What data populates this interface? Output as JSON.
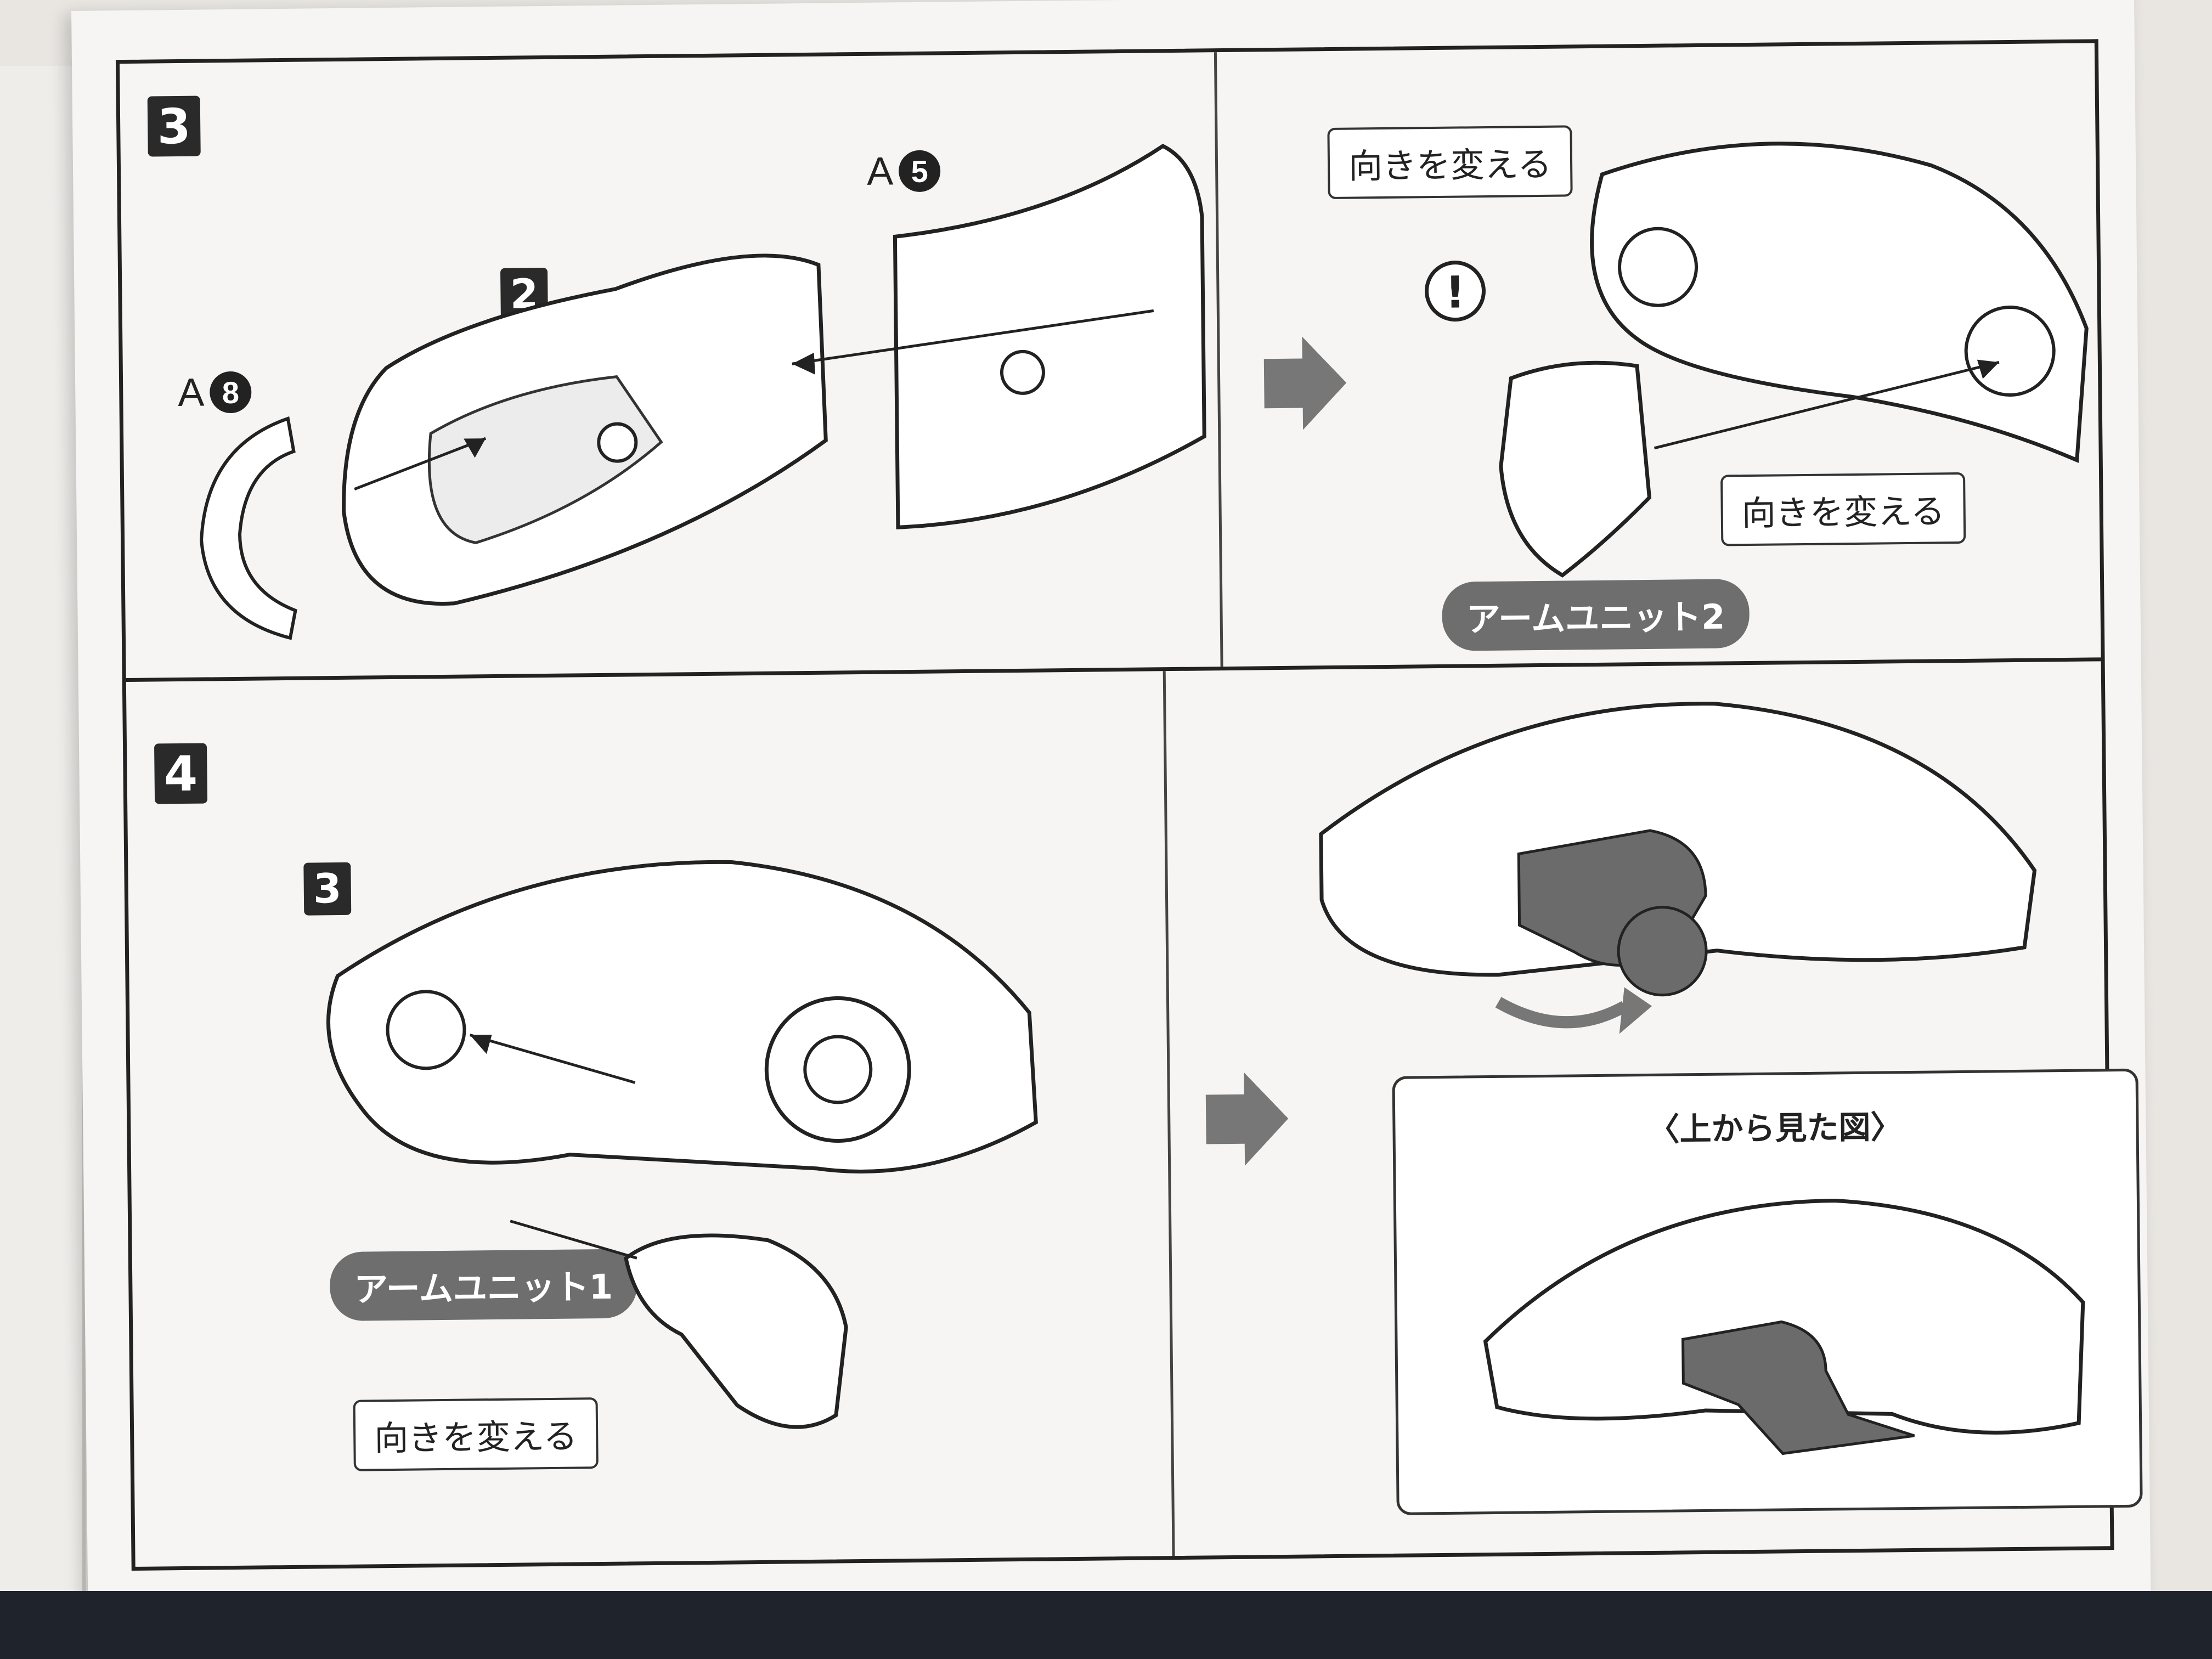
{
  "steps": [
    {
      "number": "3",
      "sub_part": "2",
      "part_a": {
        "runner": "A",
        "number": "5"
      },
      "part_b": {
        "runner": "A",
        "number": "8"
      },
      "notes": [
        "向きを変える",
        "向きを変える"
      ],
      "unit": "アームユニット2"
    },
    {
      "number": "4",
      "sub_part": "3",
      "unit": "アームユニット1",
      "notes": [
        "向きを変える"
      ],
      "inset_caption": "〈上から見た図〉"
    }
  ],
  "colors": {
    "paper": "#f6f5f3",
    "ink": "#222222",
    "highlight_part": "#6b6b6b",
    "flow_arrow": "#777777",
    "pill": "#6e6e6e"
  },
  "icons": [
    "caution-icon",
    "flow-arrow-icon",
    "rotate-arrow-icon"
  ]
}
